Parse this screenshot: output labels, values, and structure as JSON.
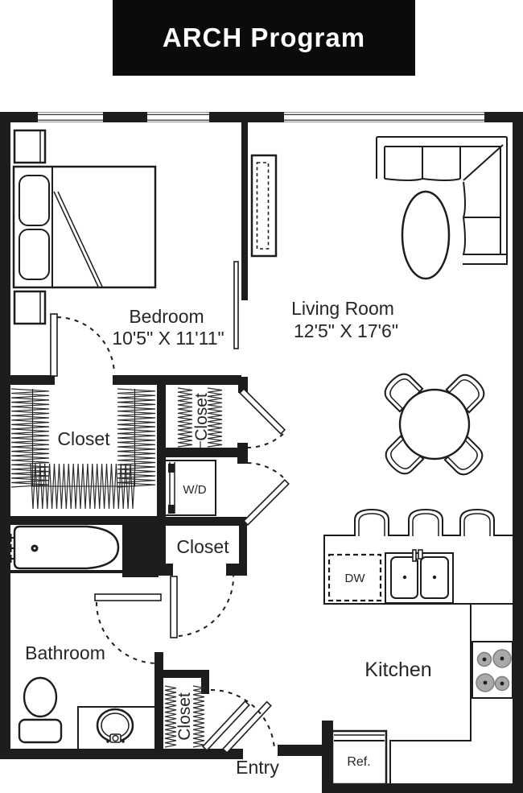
{
  "title": "ARCH Program",
  "colors": {
    "wall": "#1d1d1d",
    "background": "#ffffff",
    "title_bg": "#0b0b0b",
    "title_text": "#ffffff",
    "label_text": "#262626",
    "burner_gray": "#a9a9a9"
  },
  "rooms": {
    "bedroom": {
      "name": "Bedroom",
      "dimensions": "10'5\" X 11'11\""
    },
    "living_room": {
      "name": "Living Room",
      "dimensions": "12'5\" X 17'6\""
    },
    "walk_in_closet": {
      "name": "Closet"
    },
    "linen_closet": {
      "name": "Closet"
    },
    "hall_closet": {
      "name": "Closet"
    },
    "entry_closet": {
      "name": "Closet"
    },
    "bathroom": {
      "name": "Bathroom"
    },
    "kitchen": {
      "name": "Kitchen"
    },
    "entry": {
      "name": "Entry"
    }
  },
  "appliances": {
    "washer_dryer": "W/D",
    "dishwasher": "DW",
    "refrigerator": "Ref."
  }
}
